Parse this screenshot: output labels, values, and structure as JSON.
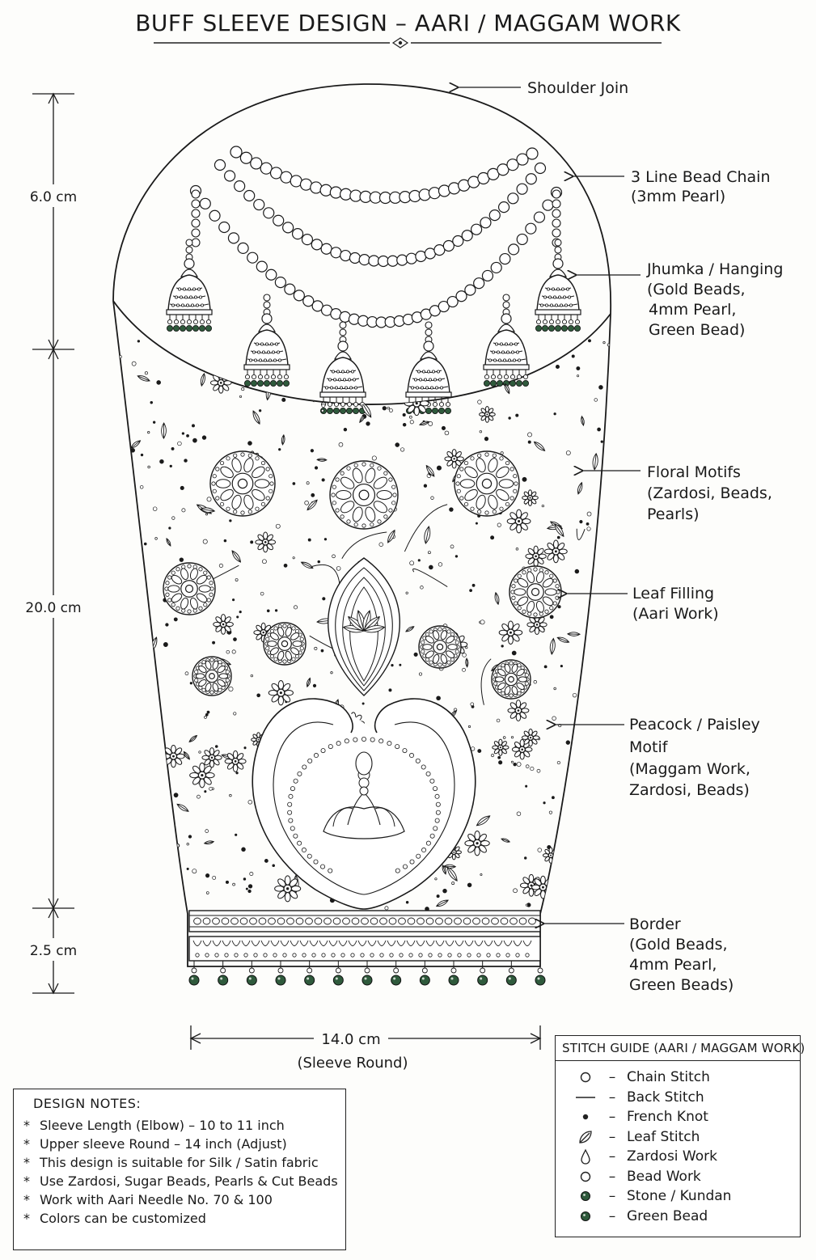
{
  "title": "BUFF SLEEVE DESIGN – AARI / MAGGAM WORK",
  "dimensions": {
    "top_height": "6.0 cm",
    "middle_height": "20.0 cm",
    "border_height": "2.5 cm",
    "round_width": "14.0 cm",
    "round_caption": "(Sleeve Round)"
  },
  "callouts": [
    {
      "lines": [
        "Shoulder Join"
      ]
    },
    {
      "lines": [
        "3 Line Bead Chain",
        "(3mm Pearl)"
      ]
    },
    {
      "lines": [
        "Jhumka / Hanging",
        "(Gold Beads,",
        "4mm Pearl,",
        "Green Bead)"
      ]
    },
    {
      "lines": [
        "Floral Motifs",
        "(Zardosi, Beads,",
        "Pearls)"
      ]
    },
    {
      "lines": [
        "Leaf Filling",
        "(Aari Work)"
      ]
    },
    {
      "lines": [
        "Peacock / Paisley",
        "Motif",
        "(Maggam Work,",
        "Zardosi, Beads)"
      ]
    },
    {
      "lines": [
        "Border",
        "(Gold Beads,",
        "4mm Pearl,",
        "Green Beads)"
      ]
    }
  ],
  "design_notes": {
    "heading": "DESIGN NOTES:",
    "items": [
      "Sleeve Length (Elbow) – 10 to 11 inch",
      "Upper sleeve Round – 14 inch (Adjust)",
      "This design is suitable for Silk / Satin fabric",
      "Use Zardosi, Sugar Beads, Pearls & Cut Beads",
      "Work with Aari Needle No. 70 & 100",
      "Colors can be customized"
    ]
  },
  "stitch_guide": {
    "heading": "STITCH GUIDE (AARI / MAGGAM WORK)",
    "items": [
      {
        "icon": "open-circle-icon",
        "label": "Chain Stitch"
      },
      {
        "icon": "line-icon",
        "label": "Back Stitch"
      },
      {
        "icon": "filled-dot-icon",
        "label": "French Knot"
      },
      {
        "icon": "leaf-icon",
        "label": "Leaf Stitch"
      },
      {
        "icon": "drop-icon",
        "label": "Zardosi Work"
      },
      {
        "icon": "open-circle-icon",
        "label": "Bead Work"
      },
      {
        "icon": "green-dot-icon",
        "label": "Stone / Kundan"
      },
      {
        "icon": "green-dot-icon",
        "label": "Green Bead"
      }
    ]
  },
  "colors": {
    "ink": "#1a1a1a",
    "green_bead": "#2f5a3c",
    "paper": "#fdfdfb"
  }
}
